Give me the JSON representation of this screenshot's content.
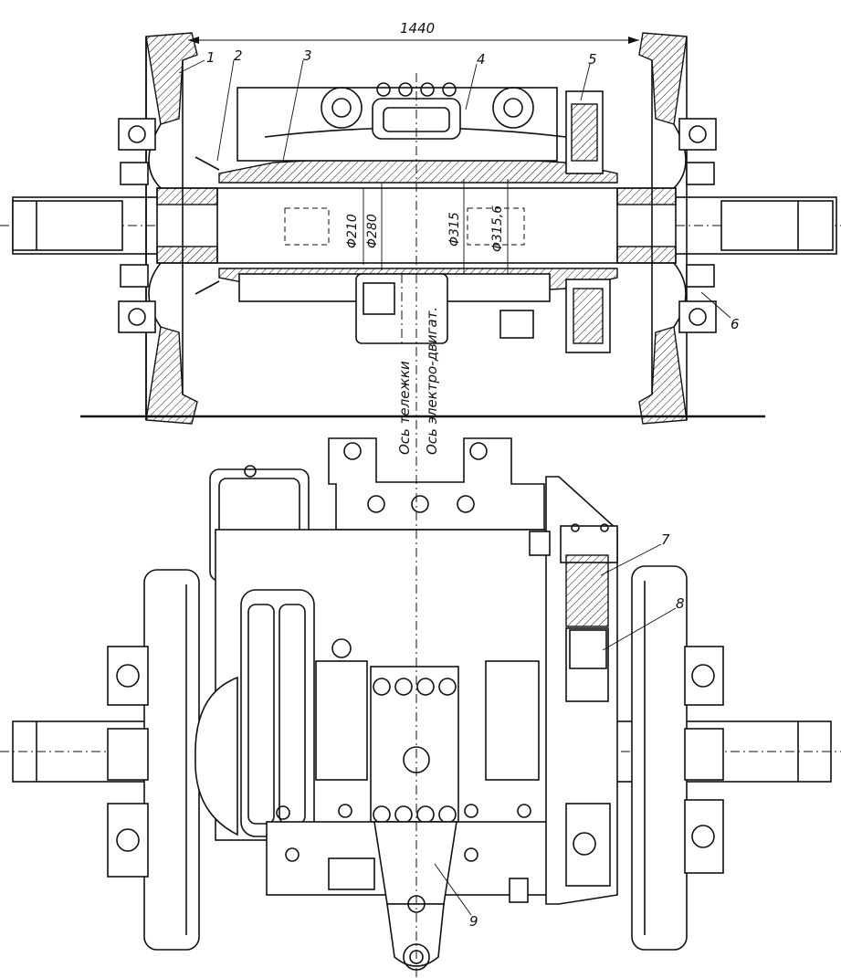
{
  "dimensions": {
    "gauge": "1440",
    "d1": "Φ210",
    "d2": "Φ280",
    "d3": "Φ315",
    "d4": "Φ315,6"
  },
  "axis_labels": {
    "bogie_axis": "Ось тележки",
    "motor_axis": "Ось электро-двигат."
  },
  "callouts": [
    "1",
    "2",
    "3",
    "4",
    "5",
    "6",
    "7",
    "8",
    "9"
  ]
}
